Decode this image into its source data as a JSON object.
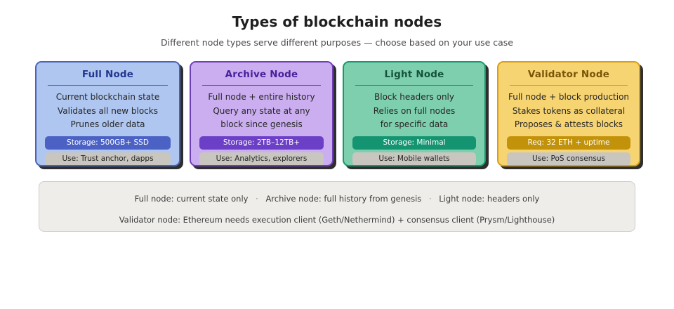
{
  "header": {
    "title": "Types of blockchain nodes",
    "subtitle": "Different node types serve different purposes — choose based on your use case"
  },
  "colors": {
    "background": "#ffffff",
    "full_node_fill": "#aec6f0",
    "full_node_border": "#4a63b8",
    "full_node_title": "#23368f",
    "full_node_badge": "#4b62c4",
    "archive_node_fill": "#cbaef0",
    "archive_node_border": "#6f3fb8",
    "archive_node_title": "#46219b",
    "archive_node_badge": "#6b3fc6",
    "light_node_fill": "#7ecfae",
    "light_node_border": "#149a6d",
    "light_node_title": "#14543c",
    "light_node_badge": "#159472",
    "validator_node_fill": "#f7d472",
    "validator_node_border": "#d99e12",
    "validator_node_title": "#7a5408",
    "validator_node_badge": "#c2920b",
    "use_badge_fill": "#c9c6c0",
    "footer_fill": "#eeedea",
    "footer_border": "#cfcdc8"
  },
  "cards": [
    {
      "title": "Full Node",
      "lines": [
        "Current blockchain state",
        "Validates all new blocks",
        "Prunes older data"
      ],
      "spec_badge": "Storage: 500GB+ SSD",
      "use_badge": "Use: Trust anchor, dapps"
    },
    {
      "title": "Archive Node",
      "lines": [
        "Full node + entire history",
        "Query any state at any",
        "block since genesis"
      ],
      "spec_badge": "Storage: 2TB–12TB+",
      "use_badge": "Use: Analytics, explorers"
    },
    {
      "title": "Light Node",
      "lines": [
        "Block headers only",
        "Relies on full nodes",
        "for specific data"
      ],
      "spec_badge": "Storage: Minimal",
      "use_badge": "Use: Mobile wallets"
    },
    {
      "title": "Validator Node",
      "lines": [
        "Full node + block production",
        "Stakes tokens as collateral",
        "Proposes & attests blocks"
      ],
      "spec_badge": "Req: 32 ETH + uptime",
      "use_badge": "Use: PoS consensus"
    }
  ],
  "footer": {
    "line1_parts": [
      "Full node: current state only",
      "Archive node: full history from genesis",
      "Light node: headers only"
    ],
    "separator": "·",
    "line2": "Validator node: Ethereum needs execution client (Geth/Nethermind) + consensus client (Prysm/Lighthouse)"
  }
}
